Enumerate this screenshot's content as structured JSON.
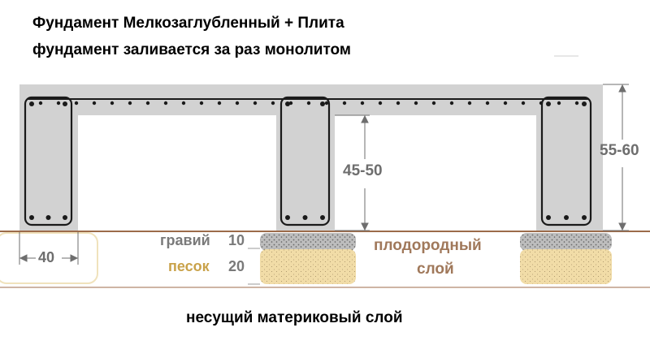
{
  "title": {
    "line1": "Фундамент Мелкозаглубленный + Плита",
    "line2": "фундамент заливается за раз монолитом"
  },
  "dimensions": {
    "width": "40",
    "inner_height": "45-50",
    "total_height": "55-60"
  },
  "layers": {
    "gravel_label": "гравий",
    "gravel_value": "10",
    "sand_label": "песок",
    "sand_value": "20",
    "fertile_line1": "плодородный",
    "fertile_line2": "слой",
    "bearing_label": "несущий материковый слой"
  },
  "colors": {
    "concrete": "#d2d2d2",
    "rebar": "#1a1a1a",
    "ground_line": "#9c6b4a",
    "gravel": "#bdbdbd",
    "sand": "#f1dca7",
    "sand_word": "#c9a24a",
    "fertile_word": "#a0785a",
    "dimension": "#6e6e6e"
  }
}
